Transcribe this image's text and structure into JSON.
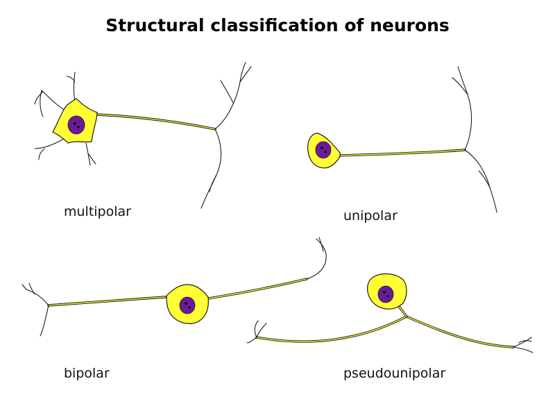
{
  "title": "Structural classification of neurons",
  "labels": {
    "multipolar": "multipolar",
    "unipolar": "unipolar",
    "bipolar": "bipolar",
    "pseudounipolar": "pseudounipolar"
  },
  "colors": {
    "cell_body": "#ffff33",
    "nucleus": "#6a1b9a",
    "outline": "#1a1a1a",
    "axon_core": "#e8e830"
  }
}
